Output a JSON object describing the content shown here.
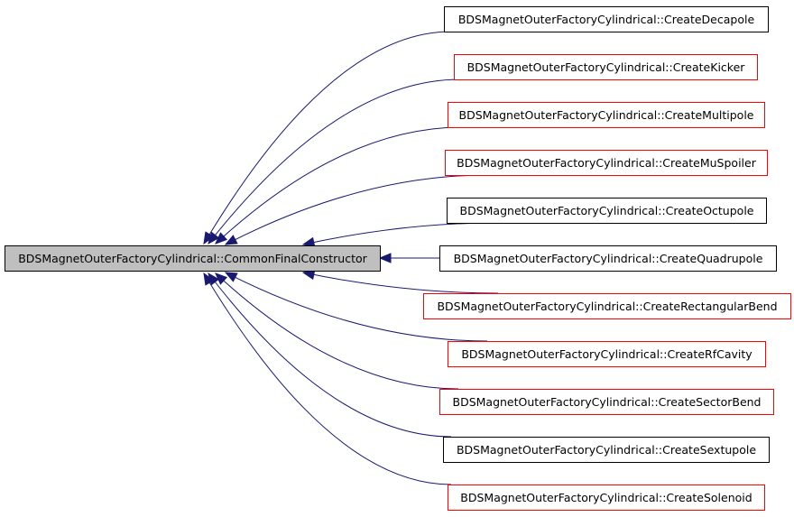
{
  "focus": {
    "label": "BDSMagnetOuterFactoryCylindrical::CommonFinalConstructor"
  },
  "colors": {
    "edge": "#191970",
    "focus_fill": "#bfbfbf",
    "border_black": "#000000",
    "border_red": "#ff0000"
  },
  "callers": [
    {
      "label": "BDSMagnetOuterFactoryCylindrical::CreateDecapole",
      "border": "black"
    },
    {
      "label": "BDSMagnetOuterFactoryCylindrical::CreateKicker",
      "border": "red"
    },
    {
      "label": "BDSMagnetOuterFactoryCylindrical::CreateMultipole",
      "border": "red"
    },
    {
      "label": "BDSMagnetOuterFactoryCylindrical::CreateMuSpoiler",
      "border": "red"
    },
    {
      "label": "BDSMagnetOuterFactoryCylindrical::CreateOctupole",
      "border": "black"
    },
    {
      "label": "BDSMagnetOuterFactoryCylindrical::CreateQuadrupole",
      "border": "black"
    },
    {
      "label": "BDSMagnetOuterFactoryCylindrical::CreateRectangularBend",
      "border": "red"
    },
    {
      "label": "BDSMagnetOuterFactoryCylindrical::CreateRfCavity",
      "border": "red"
    },
    {
      "label": "BDSMagnetOuterFactoryCylindrical::CreateSectorBend",
      "border": "red"
    },
    {
      "label": "BDSMagnetOuterFactoryCylindrical::CreateSextupole",
      "border": "black"
    },
    {
      "label": "BDSMagnetOuterFactoryCylindrical::CreateSolenoid",
      "border": "red"
    }
  ]
}
